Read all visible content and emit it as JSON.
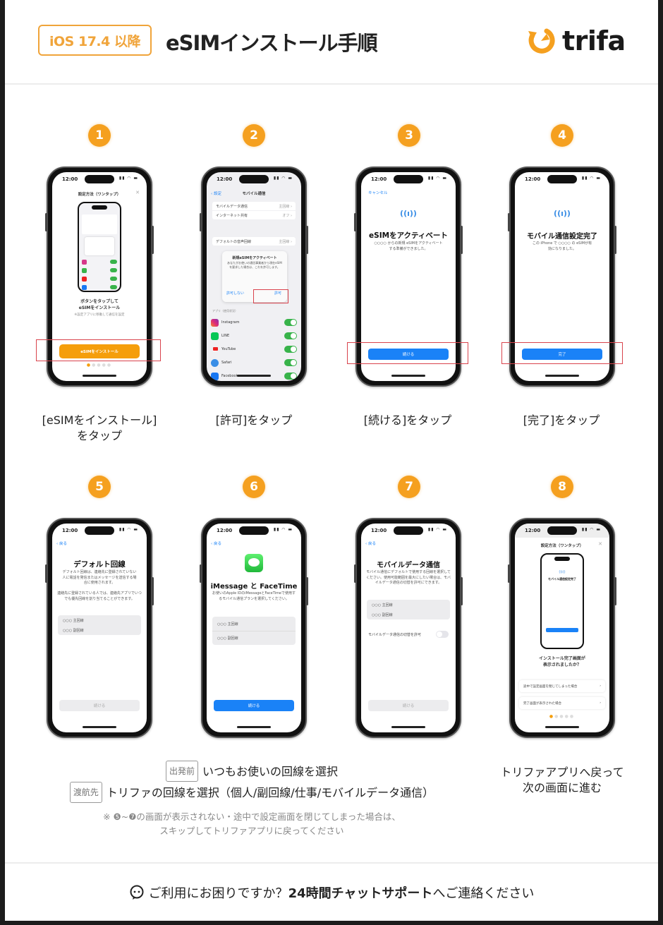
{
  "header": {
    "badge": "iOS 17.4 以降",
    "title": "eSIMインストール手順",
    "logo_text": "trifa",
    "brand_color": "#f5a01f"
  },
  "steps": [
    {
      "number": "1",
      "caption_line1": "[eSIMをインストール]",
      "caption_line2": "をタップ",
      "screen": {
        "header": "設定方法（ワンタップ）",
        "heading_line1": "ボタンをタップして",
        "heading_line2": "eSIMをインストール",
        "sub": "※設定アプリに移動して通信を設定",
        "button": "eSIMをインストール"
      }
    },
    {
      "number": "2",
      "caption_line1": "[許可]をタップ",
      "screen": {
        "back": "設定",
        "title": "モバイル通信",
        "rows": [
          {
            "label": "モバイルデータ通信",
            "value": "主回線 ›"
          },
          {
            "label": "インターネット共有",
            "value": "オフ ›"
          },
          {
            "label": "デフォルトの音声回線",
            "value": "主回線 ›"
          }
        ],
        "dialog_title": "新規eSIMをアクティベート",
        "dialog_body": "あなたがお使いの通信事業者から現在eSIMを要求した場合は、これを許可します。",
        "deny": "許可しない",
        "allow": "許可",
        "apps_header": "アプリ（使用状況）",
        "apps": [
          "Instagram",
          "LINE",
          "YouTube",
          "Safari",
          "Facebook"
        ]
      }
    },
    {
      "number": "3",
      "caption_line1": "[続ける]をタップ",
      "screen": {
        "cancel": "キャンセル",
        "title": "eSIMをアクティベート",
        "body": "○○○○ からの新規 eSIMをアクティベートする準備ができました。",
        "button": "続ける"
      }
    },
    {
      "number": "4",
      "caption_line1": "[完了]をタップ",
      "screen": {
        "title": "モバイル通信設定完了",
        "body": "この iPhone で ○○○○ の eSIMが有効になりました。",
        "button": "完了"
      }
    },
    {
      "number": "5",
      "screen": {
        "back": "戻る",
        "title": "デフォルト回線",
        "body1": "デフォルト回線は、連絡先に登録されていない人に電話を発信またはメッセージを送信する場合に使用されます。",
        "body2": "連絡先に登録されている人では、連絡先アプリでいつでも優先回線を割り当てることができます。",
        "options": [
          "○○○ 主回線",
          "○○○ 副回線"
        ],
        "button": "続ける"
      }
    },
    {
      "number": "6",
      "screen": {
        "back": "戻る",
        "title": "iMessage と FaceTime",
        "body": "お使いのApple IDのiMessageとFaceTimeで使用するモバイル通信プランを選択してください。",
        "options": [
          "○○○ 主回線",
          "○○○ 副回線"
        ],
        "button": "続ける"
      }
    },
    {
      "number": "7",
      "screen": {
        "back": "戻る",
        "title": "モバイルデータ通信",
        "body": "モバイル通信にデフォルトで使用する回線を選択してください。使用可能範囲を最大にしたい場合は、モバイルデータ通信の切替を許可にできます。",
        "options": [
          "○○○ 主回線",
          "○○○ 副回線"
        ],
        "toggle_label": "モバイルデータ通信の切替を許可",
        "button": "続ける"
      }
    },
    {
      "number": "8",
      "caption_line1": "トリファアプリへ戻って",
      "caption_line2": "次の画面に進む",
      "screen": {
        "header": "設定方法（ワンタップ）",
        "mini_title": "モバイル通信設定完了",
        "heading_line1": "インストール完了画面が",
        "heading_line2": "表示されましたか？",
        "option1": "途中で設定画面を閉じてしまった場合",
        "option2": "完了画面が表示された場合"
      }
    }
  ],
  "status_bar": {
    "time": "12:00",
    "icons": "▮▮ ◠ ▬"
  },
  "notes": {
    "tag1": "出発前",
    "line1": "いつもお使いの回線を選択",
    "tag2": "渡航先",
    "line2": "トリファの回線を選択（個人/副回線/仕事/モバイルデータ通信）",
    "foot_line1": "※ ❺~❼の画面が表示されない・途中で設定画面を閉じてしまった場合は、",
    "foot_line2": "スキップしてトリファアプリに戻ってください"
  },
  "footer": {
    "prefix": "ご利用にお困りですか？",
    "bold": "24時間チャットサポート",
    "suffix": "へご連絡ください"
  }
}
